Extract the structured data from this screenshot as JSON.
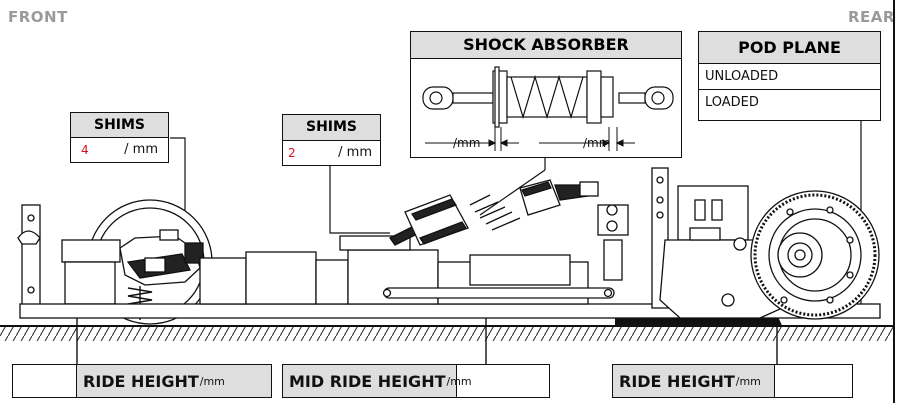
{
  "labels": {
    "front": "FRONT",
    "rear": "REAR"
  },
  "shims_front": {
    "title": "SHIMS",
    "value": "4",
    "unit": "/ mm"
  },
  "shims_mid": {
    "title": "SHIMS",
    "value": "2",
    "unit": "/ mm"
  },
  "shock_absorber": {
    "title": "SHOCK ABSORBER",
    "dim_left": "/mm",
    "dim_right": "/mm"
  },
  "pod_plane": {
    "title": "POD PLANE",
    "rows": [
      "UNLOADED",
      "LOADED"
    ]
  },
  "ride_height_front": {
    "label": "RIDE HEIGHT",
    "unit": "/mm"
  },
  "mid_ride_height": {
    "label": "MID RIDE HEIGHT",
    "unit": "/mm"
  },
  "ride_height_rear": {
    "label": "RIDE HEIGHT",
    "unit": "/mm"
  },
  "colors": {
    "value_red": "#d2141e",
    "header_gray": "#dedede",
    "line": "#111111"
  }
}
